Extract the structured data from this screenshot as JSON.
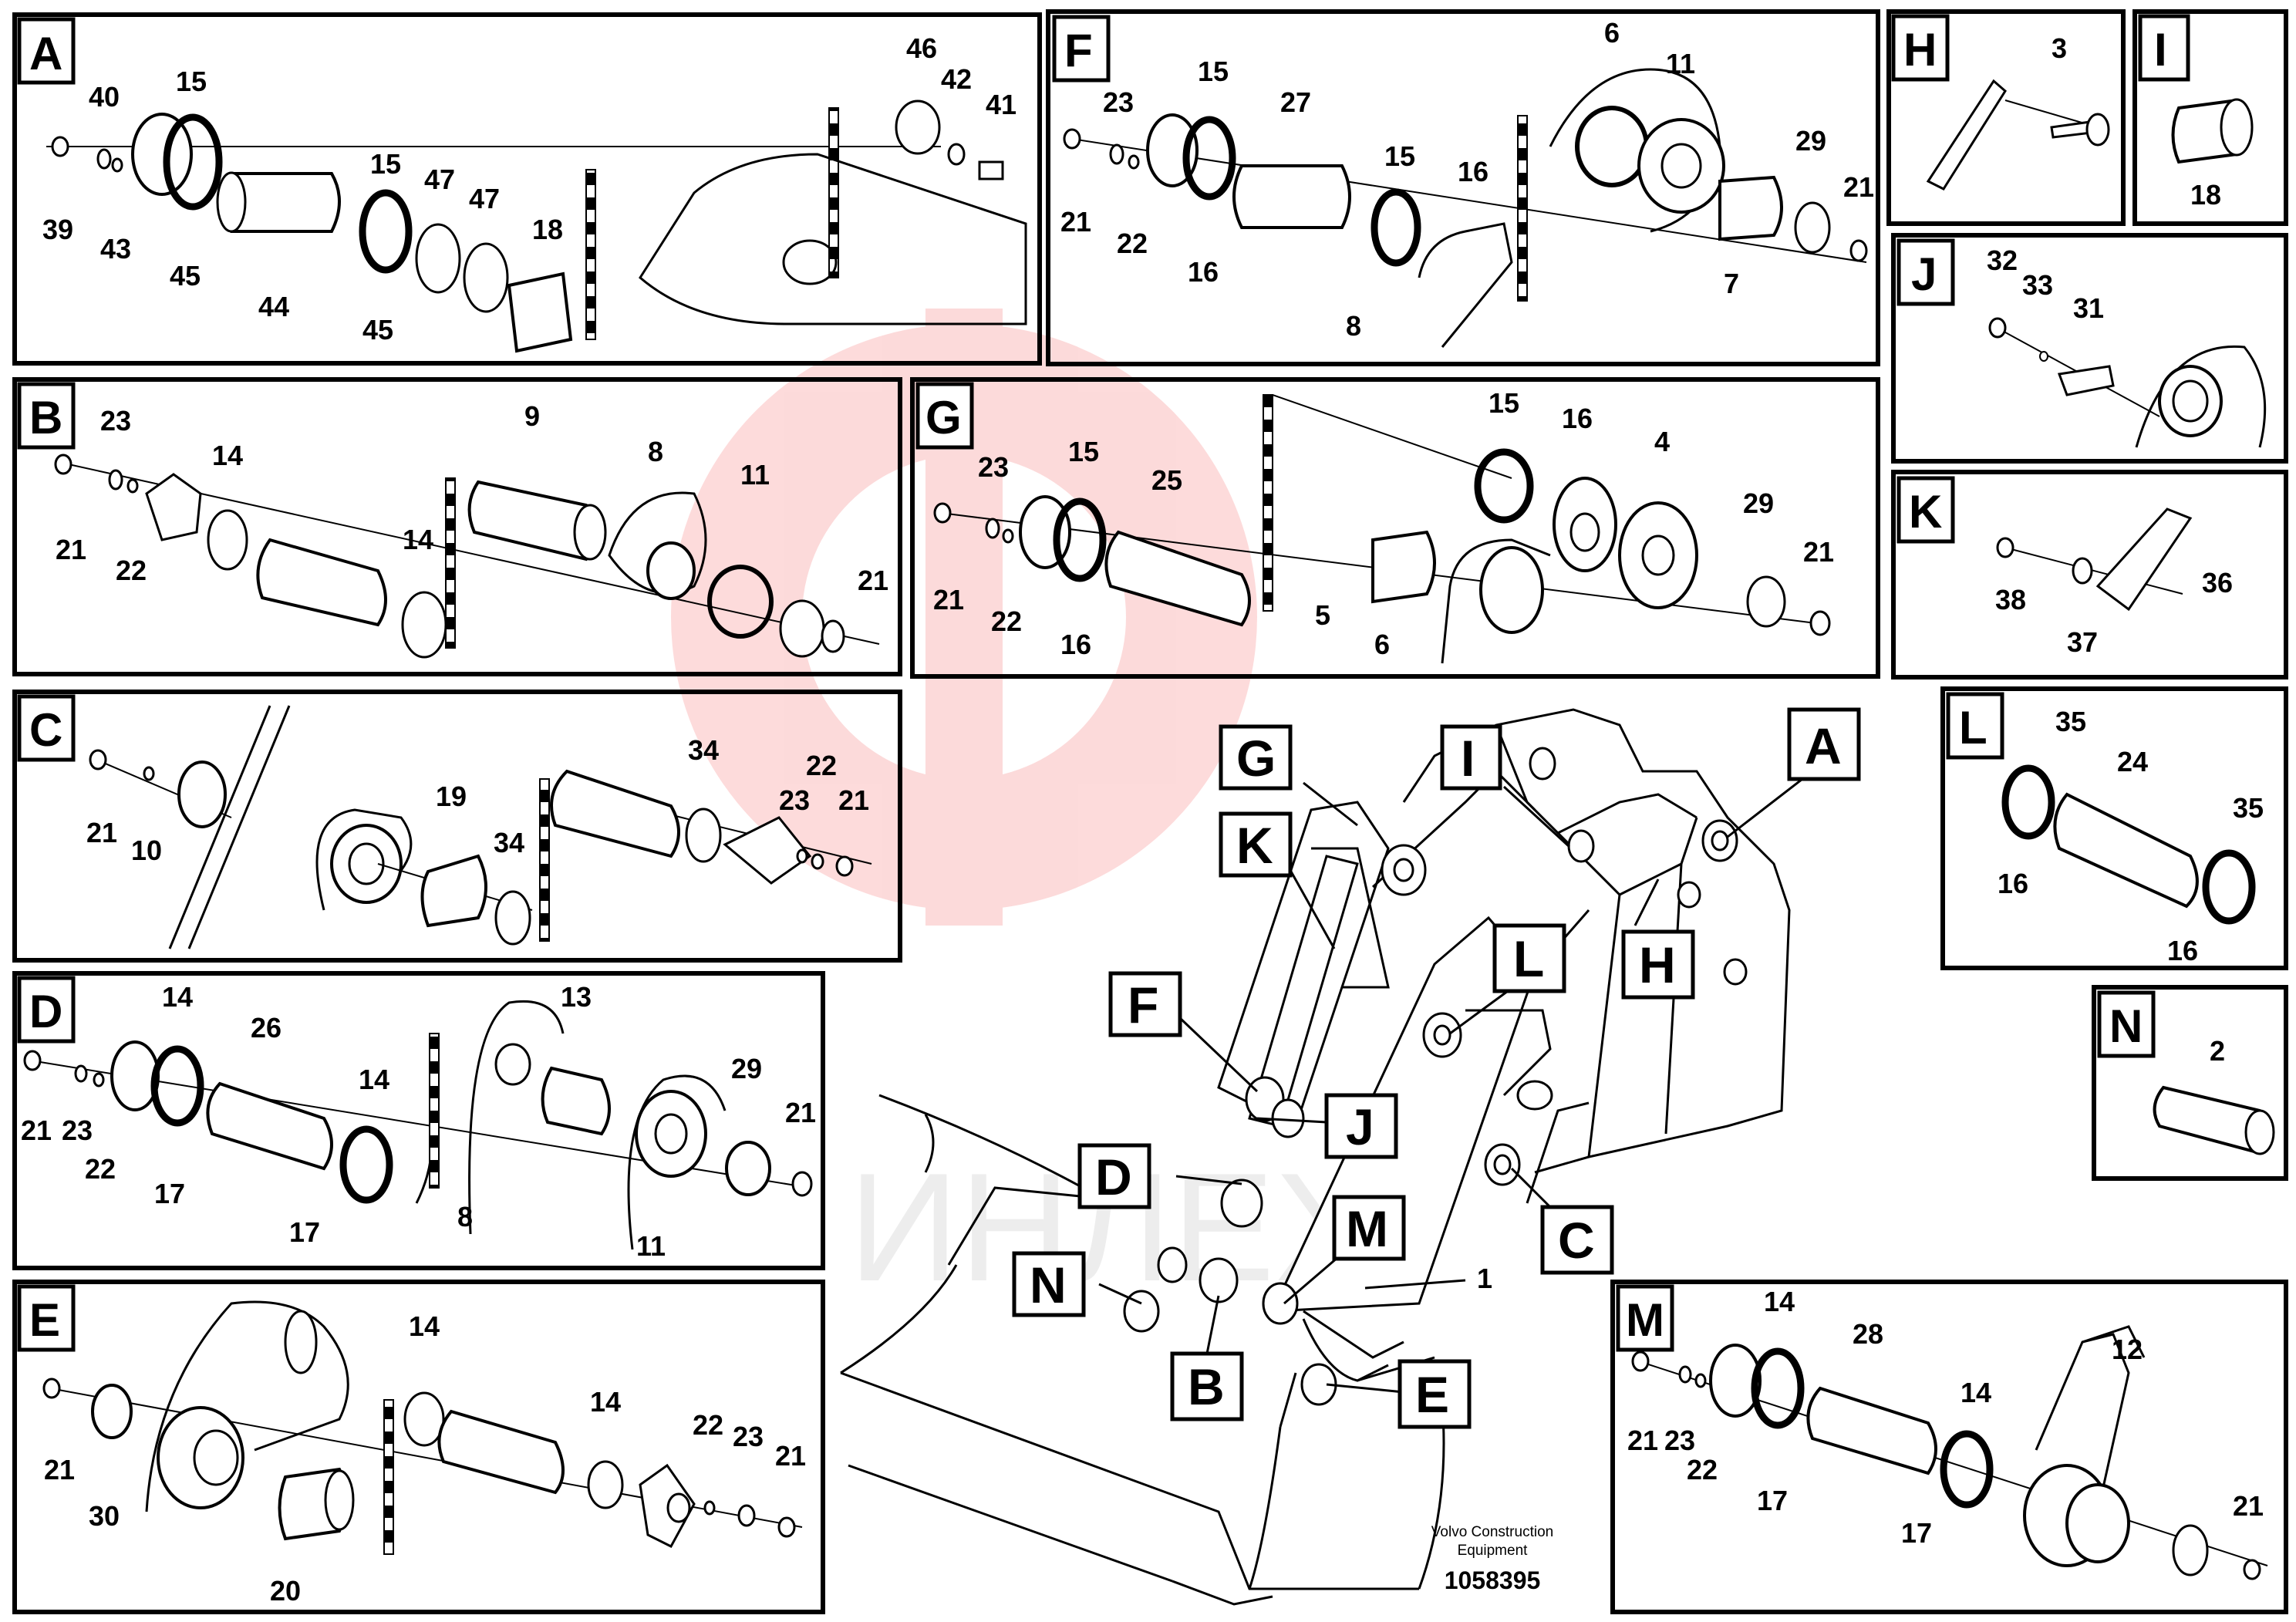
{
  "footer": {
    "company_line1": "Volvo Construction",
    "company_line2": "Equipment",
    "drawing_number": "1058395"
  },
  "panels": {
    "A": [
      "39",
      "40",
      "43",
      "15",
      "45",
      "44",
      "15",
      "45",
      "47",
      "47",
      "18",
      "46",
      "42",
      "41"
    ],
    "B": [
      "21",
      "23",
      "22",
      "14",
      "14",
      "9",
      "8",
      "11",
      "21"
    ],
    "C": [
      "21",
      "10",
      "19",
      "34",
      "34",
      "23",
      "22",
      "21"
    ],
    "D": [
      "21",
      "23",
      "22",
      "14",
      "17",
      "26",
      "14",
      "17",
      "8",
      "13",
      "11",
      "29",
      "21"
    ],
    "E": [
      "21",
      "30",
      "20",
      "14",
      "14",
      "22",
      "23",
      "21"
    ],
    "F": [
      "21",
      "23",
      "22",
      "15",
      "16",
      "27",
      "15",
      "16",
      "8",
      "6",
      "11",
      "7",
      "29",
      "21"
    ],
    "G": [
      "21",
      "23",
      "22",
      "15",
      "16",
      "25",
      "5",
      "6",
      "15",
      "16",
      "4",
      "29",
      "21"
    ],
    "H": [
      "3"
    ],
    "I": [
      "18"
    ],
    "J": [
      "32",
      "33",
      "31"
    ],
    "K": [
      "38",
      "37",
      "36"
    ],
    "L": [
      "35",
      "16",
      "24",
      "35",
      "16"
    ],
    "M": [
      "21",
      "23",
      "22",
      "14",
      "17",
      "28",
      "14",
      "17",
      "12",
      "21"
    ],
    "N": [
      "2"
    ]
  },
  "callouts": [
    "G",
    "I",
    "A",
    "K",
    "L",
    "H",
    "F",
    "J",
    "D",
    "M",
    "C",
    "N",
    "B",
    "E"
  ],
  "main_label": "1",
  "watermark_text": "ИНЛЕХ"
}
